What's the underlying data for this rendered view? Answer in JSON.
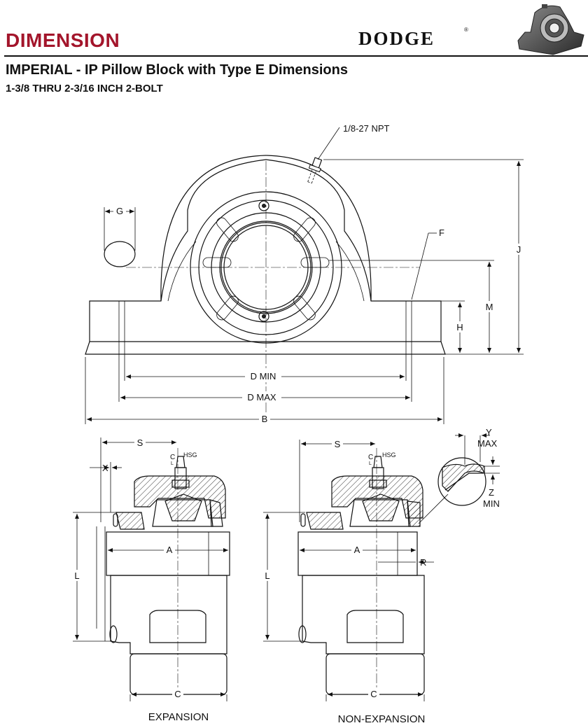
{
  "header": {
    "title": "DIMENSION",
    "brand": "DODGE",
    "brand_mark": "®",
    "product_image": "pillow-block-bearing-image"
  },
  "subtitle": "IMPERIAL - IP Pillow Block with Type E Dimensions",
  "size_range": "1-3/8 THRU 2-3/16 INCH 2-BOLT",
  "front_view": {
    "fitting_label": "1/8-27 NPT",
    "labels": {
      "g": "G",
      "f": "F",
      "j": "J",
      "m": "M",
      "h": "H",
      "d_min": "D MIN",
      "d_max": "D MAX",
      "b": "B"
    }
  },
  "expansion_view": {
    "caption": "EXPANSION",
    "labels": {
      "s": "S",
      "x": "X",
      "cl": "C",
      "cl_sub": "L",
      "hsg": "HSG",
      "a": "A",
      "l": "L",
      "c": "C"
    }
  },
  "non_expansion_view": {
    "caption": "NON-EXPANSION",
    "labels": {
      "s": "S",
      "cl": "C",
      "cl_sub": "L",
      "hsg": "HSG",
      "a": "A",
      "r": "R",
      "l": "L",
      "c": "C"
    }
  },
  "detail": {
    "y_label": "Y",
    "y_sub": "MAX",
    "z_label": "Z",
    "z_sub": "MIN"
  },
  "colors": {
    "title": "#a3152b",
    "ink": "#111111"
  }
}
